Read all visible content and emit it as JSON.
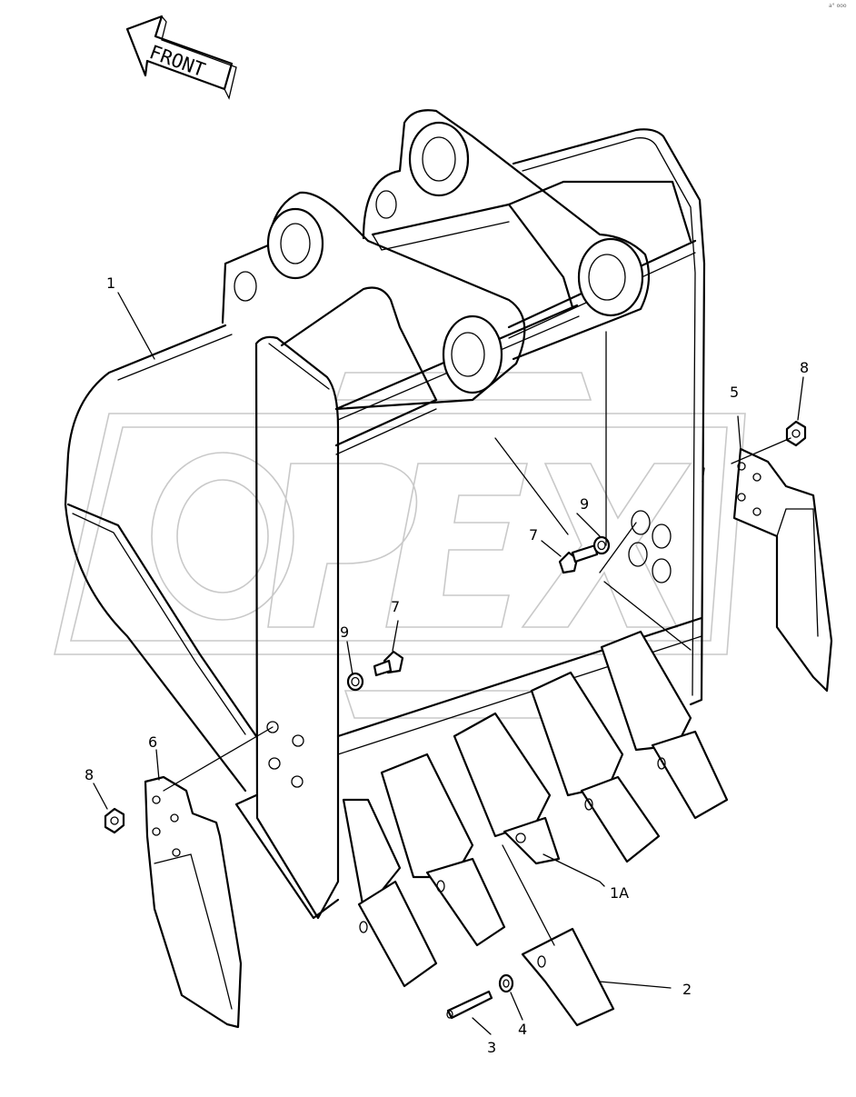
{
  "watermark": {
    "text": "OPEX",
    "color": "#c9c9c9"
  },
  "direction_marker": {
    "label": "FRONT",
    "icon": "arrow-left-icon"
  },
  "callouts": [
    {
      "id": "c1",
      "label": "1"
    },
    {
      "id": "c1A",
      "label": "1A"
    },
    {
      "id": "c2",
      "label": "2"
    },
    {
      "id": "c3",
      "label": "3"
    },
    {
      "id": "c4",
      "label": "4"
    },
    {
      "id": "c5",
      "label": "5"
    },
    {
      "id": "c6",
      "label": "6"
    },
    {
      "id": "c7a",
      "label": "7"
    },
    {
      "id": "c7b",
      "label": "7"
    },
    {
      "id": "c8a",
      "label": "8"
    },
    {
      "id": "c8b",
      "label": "8"
    },
    {
      "id": "c9a",
      "label": "9"
    },
    {
      "id": "c9b",
      "label": "9"
    }
  ],
  "corner_mark": "a° ooo"
}
